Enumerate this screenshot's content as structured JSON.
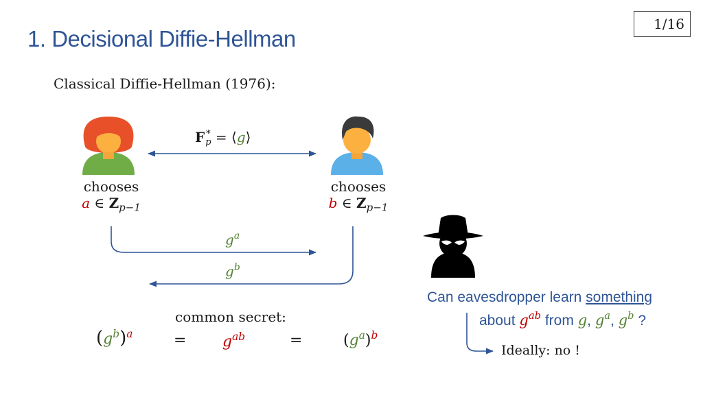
{
  "title": "1. Decisional Diffie-Hellman",
  "page": "1/16",
  "intro": "Classical Diffie-Hellman (1976):",
  "group": {
    "F": "F",
    "p": "p",
    "star": "*",
    "eq": " = ",
    "lang": "⟨",
    "g": "g",
    "rang": "⟩"
  },
  "alice": {
    "chooses": "chooses",
    "var": "a",
    "in": " ∈ ",
    "Z": "Z",
    "sub": "p−1"
  },
  "bob": {
    "chooses": "chooses",
    "var": "b",
    "in": " ∈ ",
    "Z": "Z",
    "sub": "p−1"
  },
  "messages": {
    "m1_base": "g",
    "m1_exp": "a",
    "m2_base": "g",
    "m2_exp": "b"
  },
  "secret": {
    "label": "common secret:",
    "lhs_open": "(",
    "lhs_base": "g",
    "lhs_inner": "b",
    "lhs_close": ")",
    "lhs_outer": "a",
    "eq1": "=",
    "mid_base": "g",
    "mid_exp": "ab",
    "eq2": "=",
    "rhs_open": "(",
    "rhs_base": "g",
    "rhs_inner": "a",
    "rhs_close": ")",
    "rhs_outer": "b"
  },
  "question": {
    "part1": "Can eavesdropper learn ",
    "something": "something",
    "about": "about ",
    "g_ab_base": "g",
    "g_ab_exp": "ab",
    "from": " from ",
    "g": "g",
    "comma1": ", ",
    "ga_base": "g",
    "ga_exp": "a",
    "comma2": ", ",
    "gb_base": "g",
    "gb_exp": "b",
    "qmark": " ?"
  },
  "answer": "Ideally: no !",
  "colors": {
    "title": "#2f5597",
    "red": "#c00000",
    "green": "#548235",
    "arrow": "#2f5597"
  },
  "icons": [
    "woman-avatar-icon",
    "man-avatar-icon",
    "spy-icon"
  ]
}
